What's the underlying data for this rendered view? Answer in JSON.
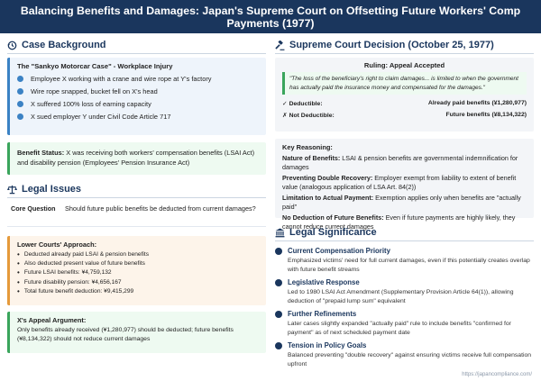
{
  "title": "Balancing Benefits and Damages: Japan's Supreme Court on Offsetting Future Workers' Comp Payments (1977)",
  "case_background": {
    "heading": "Case Background",
    "box_title": "The \"Sankyo Motorcar Case\" - Workplace Injury",
    "bullets": [
      "Employee X working with a crane and wire rope at Y's factory",
      "Wire rope snapped, bucket fell on X's head",
      "X suffered 100% loss of earning capacity",
      "X sued employer Y under Civil Code Article 717"
    ],
    "benefit_label": "Benefit Status:",
    "benefit_text": "X was receiving both workers' compensation benefits (LSAI Act) and disability pension (Employees' Pension Insurance Act)"
  },
  "legal_issues": {
    "heading": "Legal Issues",
    "core_label": "Core Question",
    "core_text": "Should future public benefits be deducted from current damages?",
    "lower_title": "Lower Courts' Approach:",
    "lower_items": [
      "Deducted already paid LSAI & pension benefits",
      "Also deducted present value of future benefits",
      "Future LSAI benefits: ¥4,759,132",
      "Future disability pension: ¥4,656,167",
      "Total future benefit deduction: ¥9,415,299"
    ],
    "appeal_title": "X's Appeal Argument:",
    "appeal_text": "Only benefits already received (¥1,280,977) should be deducted; future benefits (¥8,134,322) should not reduce current damages"
  },
  "decision": {
    "heading": "Supreme Court Decision (October 25, 1977)",
    "ruling": "Ruling: Appeal Accepted",
    "quote": "\"The loss of the beneficiary's right to claim damages... is limited to when the government has actually paid the insurance money and compensated for the damages.\"",
    "deductible_label": "✓ Deductible:",
    "deductible_value": "Already paid benefits (¥1,280,977)",
    "not_deductible_label": "✗ Not Deductible:",
    "not_deductible_value": "Future benefits (¥8,134,322)"
  },
  "reasoning": {
    "title": "Key Reasoning:",
    "items": [
      {
        "label": "Nature of Benefits:",
        "text": "LSAI & pension benefits are governmental indemnification for damages"
      },
      {
        "label": "Preventing Double Recovery:",
        "text": "Employer exempt from liability to extent of benefit value (analogous application of LSA Art. 84(2))"
      },
      {
        "label": "Limitation to Actual Payment:",
        "text": "Exemption applies only when benefits are \"actually paid\""
      },
      {
        "label": "No Deduction of Future Benefits:",
        "text": "Even if future payments are highly likely, they cannot reduce current damages"
      }
    ]
  },
  "significance": {
    "heading": "Legal Significance",
    "items": [
      {
        "title": "Current Compensation Priority",
        "text": "Emphasized victims' need for full current damages, even if this potentially creates overlap with future benefit streams"
      },
      {
        "title": "Legislative Response",
        "text": "Led to 1980 LSAI Act Amendment (Supplementary Provision Article 64(1)), allowing deduction of \"prepaid lump sum\" equivalent"
      },
      {
        "title": "Further Refinements",
        "text": "Later cases slightly expanded \"actually paid\" rule to include benefits \"confirmed for payment\" as of next scheduled payment date"
      },
      {
        "title": "Tension in Policy Goals",
        "text": "Balanced preventing \"double recovery\" against ensuring victims receive full compensation upfront"
      }
    ]
  },
  "footer_url": "https://japancompliance.com/",
  "colors": {
    "navy": "#1a365d",
    "blue": "#3b82c4",
    "green": "#3aa55c",
    "orange": "#e59a3b"
  },
  "icons": [
    "history-icon",
    "scale-icon",
    "gavel-icon",
    "courthouse-icon"
  ]
}
